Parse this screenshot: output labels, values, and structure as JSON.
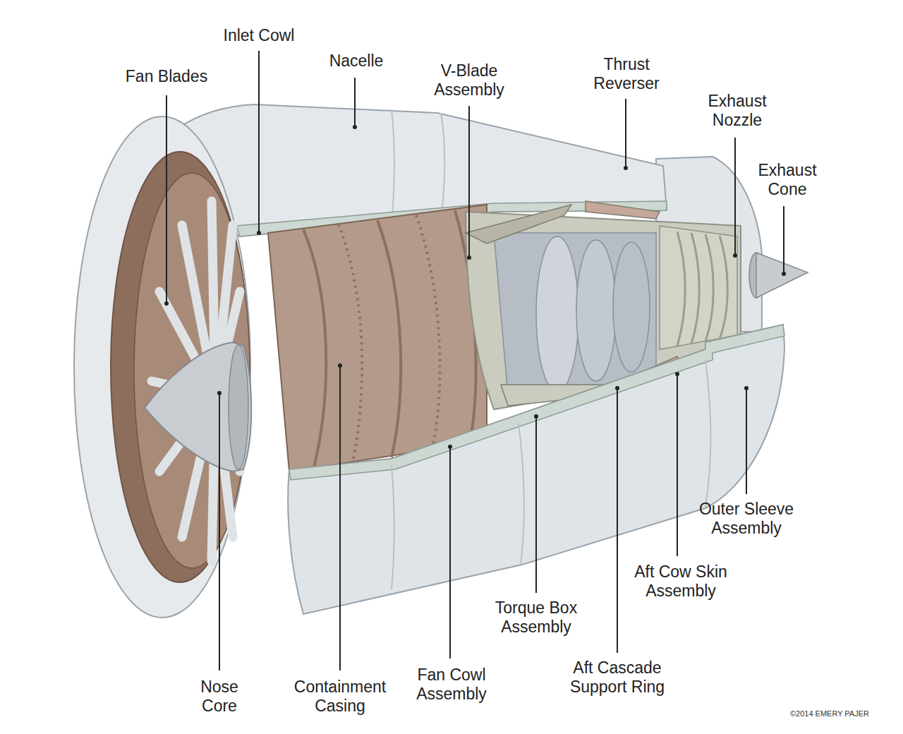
{
  "diagram": {
    "labels": [
      "Fan Blades",
      "Inlet Cowl",
      "Nacelle",
      "V-Blade Assembly",
      "Thrust Reverser",
      "Exhaust Nozzle",
      "Exhaust Cone",
      "Nose Core",
      "Containment Casing",
      "Fan Cowl Assembly",
      "Torque Box Assembly",
      "Aft Cascade Support Ring",
      "Aft Cow Skin Assembly",
      "Outer Sleeve Assembly",
      "©2014 EMERY PAJER"
    ]
  }
}
